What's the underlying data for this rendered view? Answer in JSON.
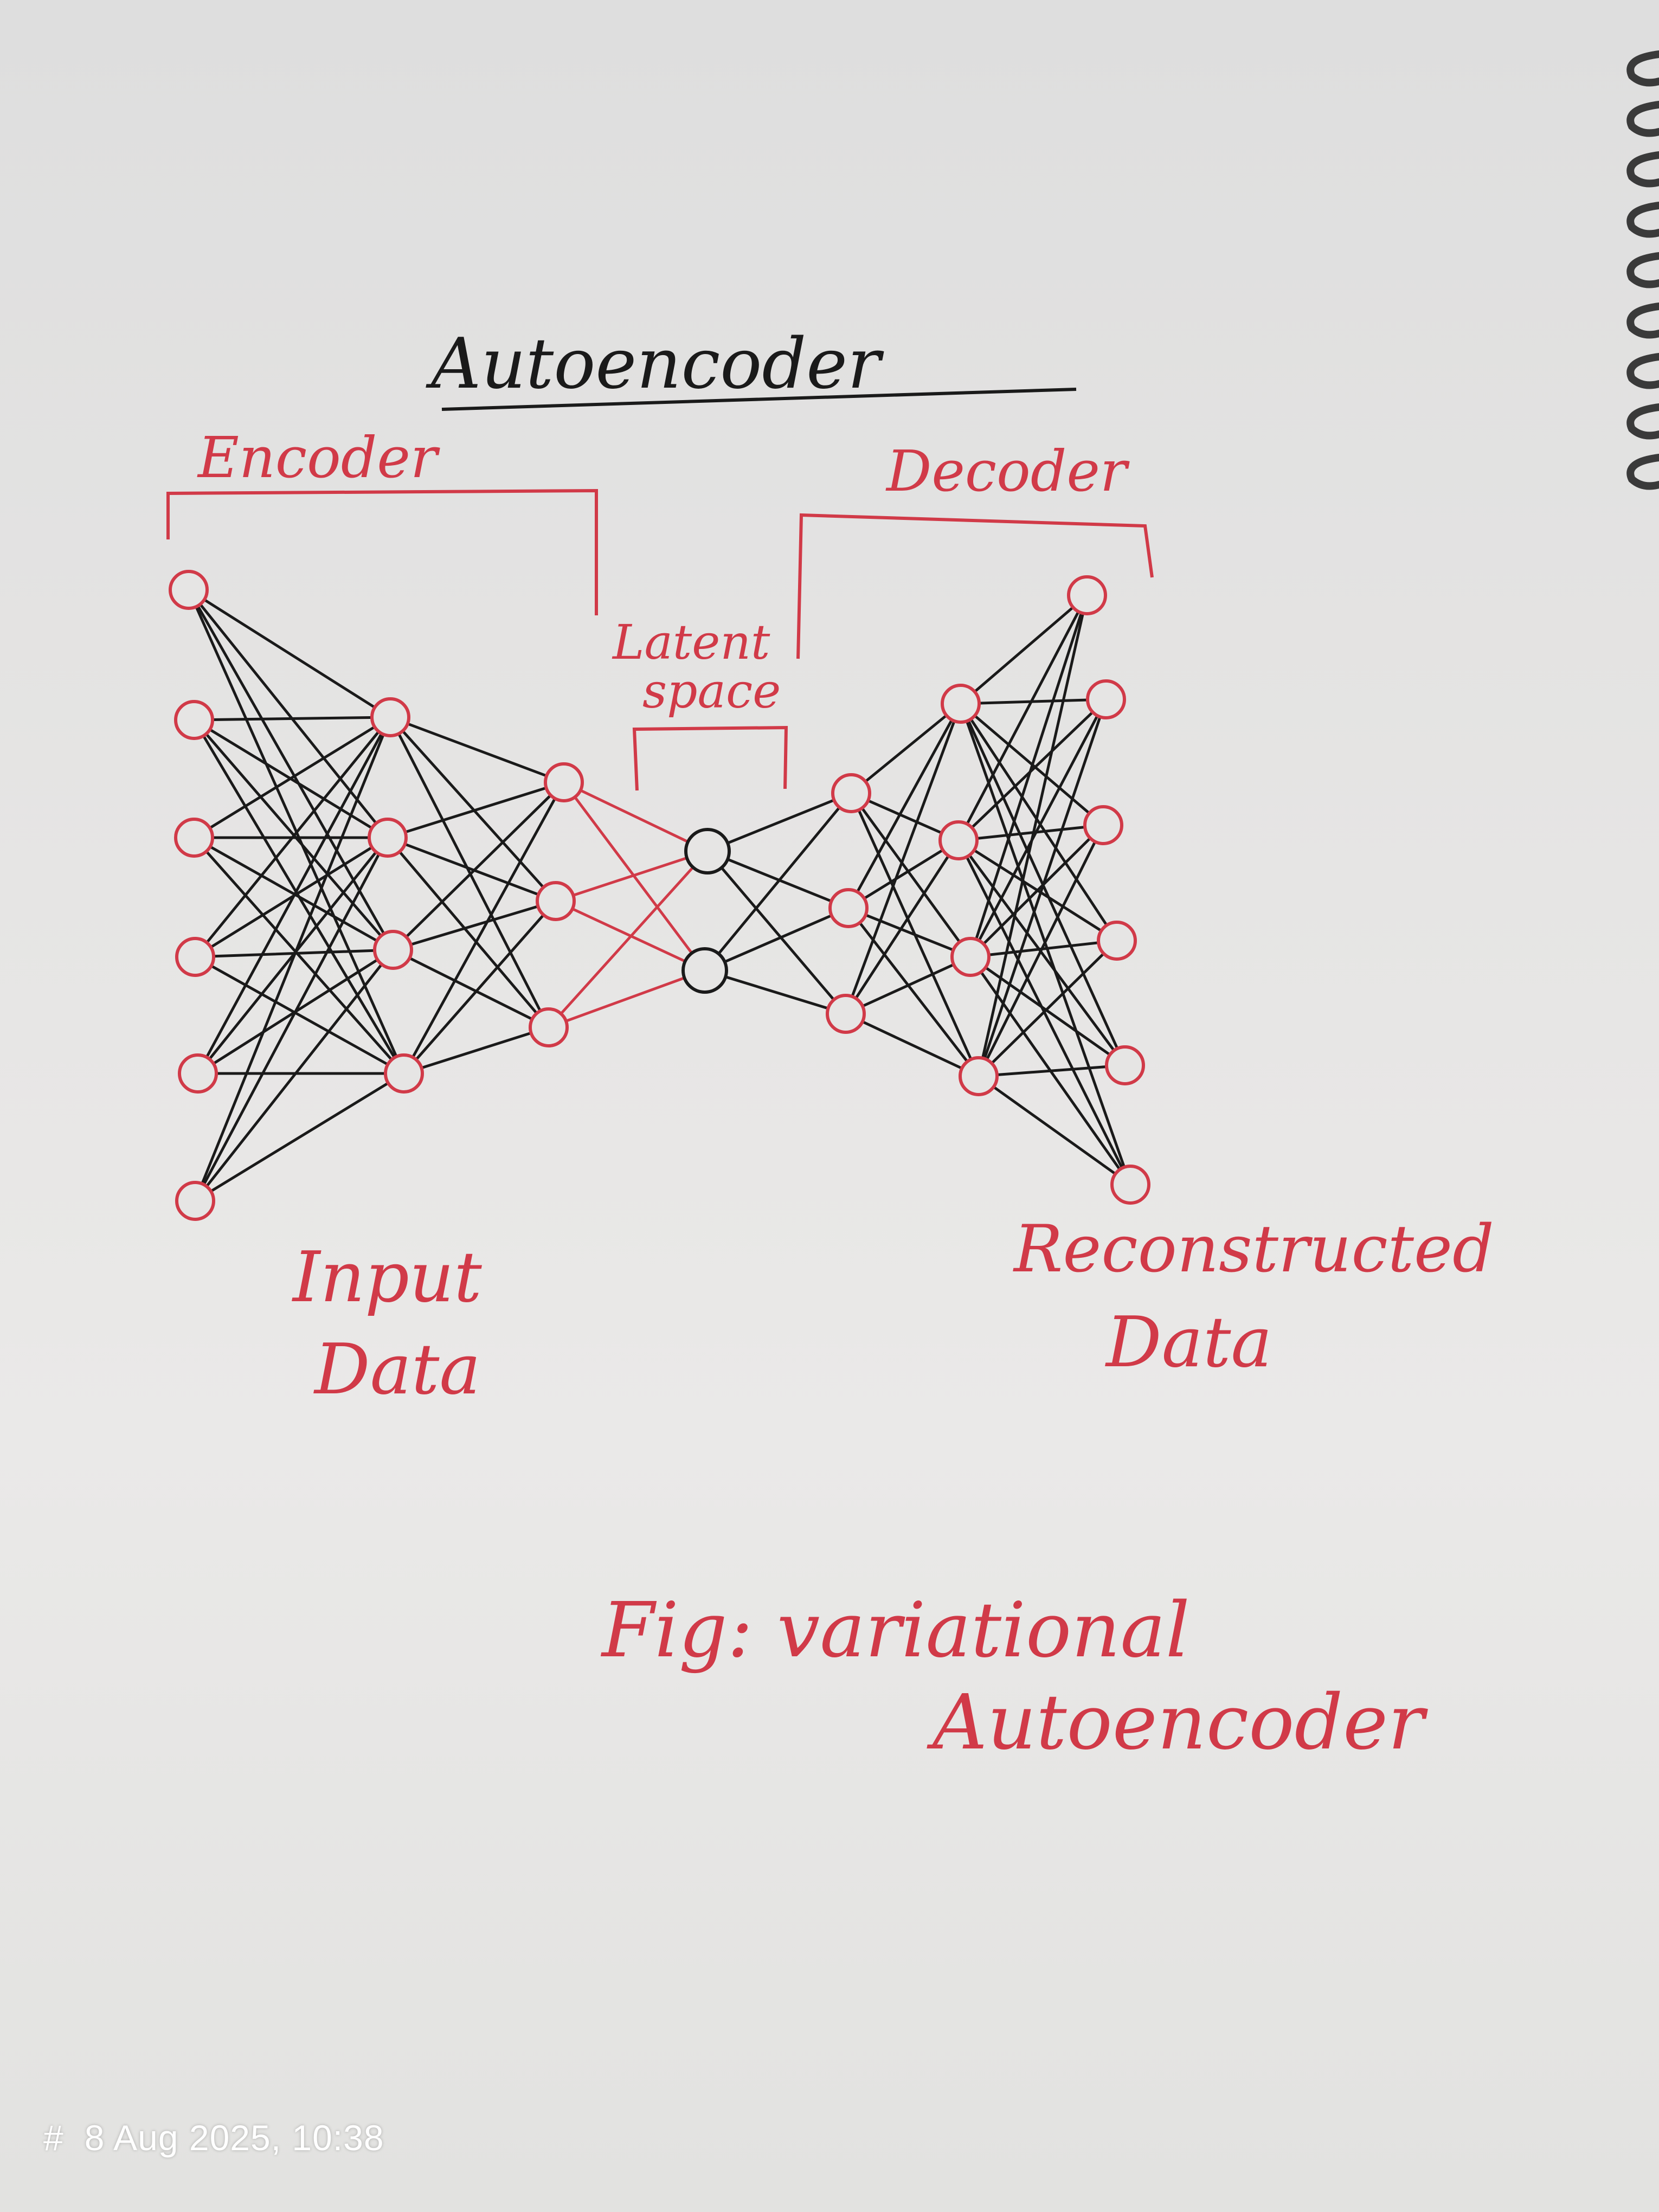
{
  "title": "Autoencoder",
  "labels": {
    "encoder": "Encoder",
    "decoder": "Decoder",
    "latent_line1": "Latent",
    "latent_line2": "space",
    "input_line1": "Input",
    "input_line2": "Data",
    "output_line1": "Reconstructed",
    "output_line2": "Data"
  },
  "caption": {
    "line1": "Fig:  variational",
    "line2": "Autoencoder"
  },
  "timestamp": {
    "symbol": "#",
    "text": "8 Aug 2025, 10:38"
  },
  "network": {
    "layers": [
      6,
      4,
      3,
      2,
      3,
      4,
      6
    ],
    "node_colors": [
      "red",
      "red",
      "red",
      "black",
      "red",
      "red",
      "red"
    ]
  },
  "colors": {
    "ink_red": "#d13a48",
    "ink_black": "#1a1a1a",
    "paper": "#e6e5e4",
    "spiral": "#3a3a3a"
  }
}
